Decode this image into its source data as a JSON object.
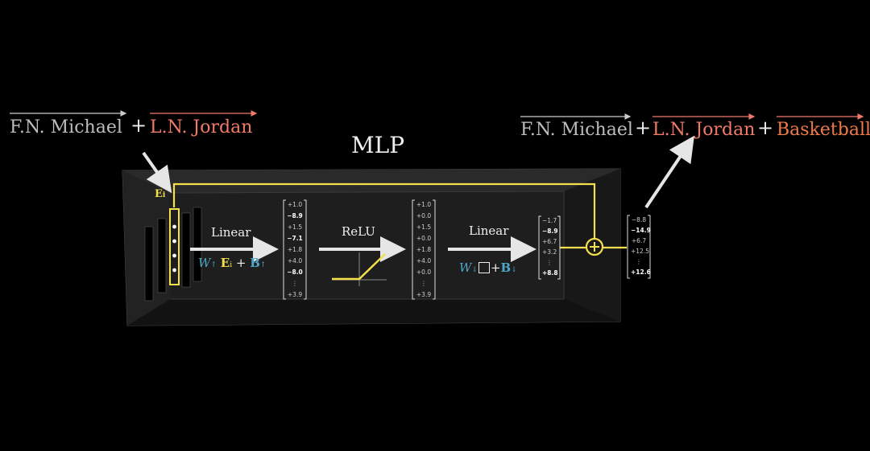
{
  "left_expression": {
    "terms": [
      {
        "text": "F.N. Michael",
        "color": "#bdbdbd"
      },
      {
        "text": "L.N. Jordan",
        "color": "#f07a6a"
      }
    ],
    "operator": "+"
  },
  "right_expression": {
    "terms": [
      {
        "text": "F.N. Michael",
        "color": "#bdbdbd"
      },
      {
        "text": "L.N. Jordan",
        "color": "#f07a6a"
      },
      {
        "text": "Basketball",
        "color": "#f07a4a"
      }
    ],
    "operator": "+"
  },
  "block_title": "MLP",
  "input_label": "E",
  "input_label_sub": "i",
  "stages": {
    "linear_up": {
      "label": "Linear",
      "weight": "W",
      "weight_sub": "↑",
      "input": "E",
      "input_sub": "i",
      "plus": "+",
      "bias": "B",
      "bias_sub": "↑"
    },
    "relu": {
      "label": "ReLU"
    },
    "linear_down": {
      "label": "Linear",
      "weight": "W",
      "weight_sub": "↓",
      "plus": "+",
      "bias": "B",
      "bias_sub": "↓"
    }
  },
  "vectors": {
    "hidden": [
      "+1.0",
      "−8.9",
      "+1.5",
      "−7.1",
      "+1.8",
      "+4.0",
      "−8.0",
      "⋮",
      "+3.9"
    ],
    "hidden_bold": [
      false,
      true,
      false,
      true,
      false,
      false,
      true,
      false,
      false
    ],
    "relu_out": [
      "+1.0",
      "+0.0",
      "+1.5",
      "+0.0",
      "+1.8",
      "+4.0",
      "+0.0",
      "⋮",
      "+3.9"
    ],
    "down_out": [
      "−1.7",
      "−8.9",
      "+6.7",
      "+3.2",
      "⋮",
      "+8.8"
    ],
    "down_out_bold": [
      false,
      true,
      false,
      false,
      false,
      true
    ],
    "sum_out": [
      "−8.8",
      "−14.9",
      "+6.7",
      "+12.5",
      "⋮",
      "+12.6"
    ],
    "sum_out_bold": [
      false,
      true,
      false,
      false,
      false,
      true
    ]
  },
  "colors": {
    "accent": "#f4e04d",
    "blue": "#4fa7c7",
    "salmon": "#f07a6a"
  }
}
